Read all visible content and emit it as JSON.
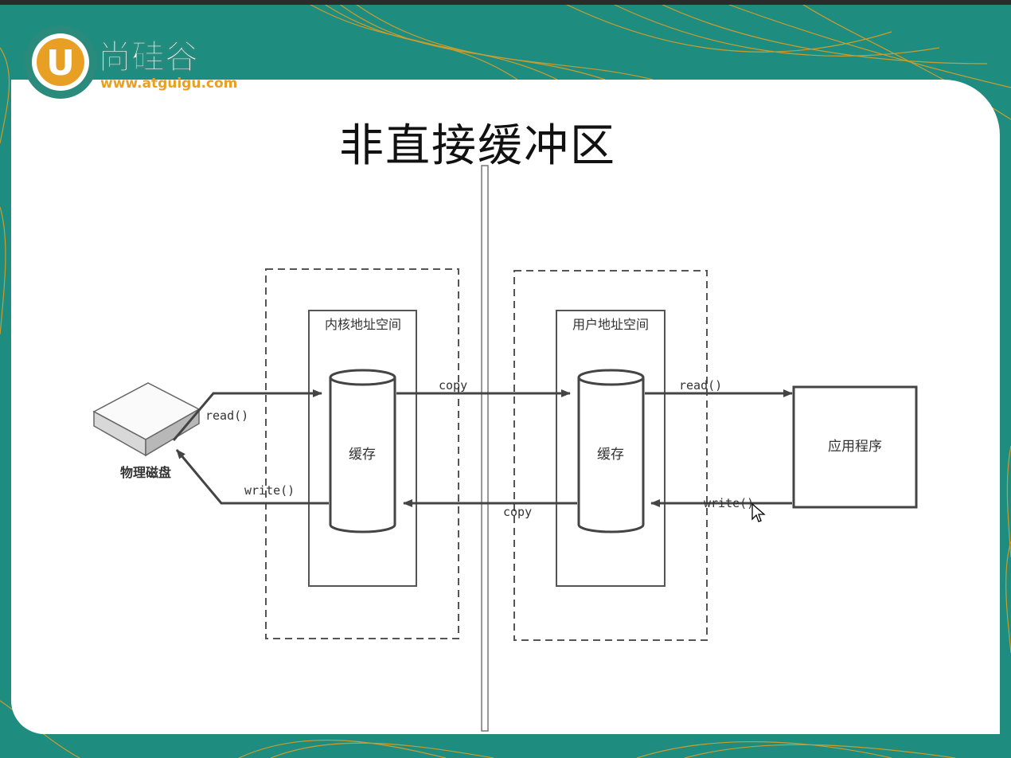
{
  "logo": {
    "name": "尚硅谷",
    "url": "www.atguigu.com",
    "letter": "U"
  },
  "slide": {
    "title": "非直接缓冲区"
  },
  "diagram": {
    "disk_label": "物理磁盘",
    "kernel_space_label": "内核地址空间",
    "user_space_label": "用户地址空间",
    "kernel_buffer_label": "缓存",
    "user_buffer_label": "缓存",
    "app_label": "应用程序",
    "edges": {
      "disk_read": "read()",
      "disk_write": "write()",
      "copy_to_user": "copy",
      "copy_to_kernel": "copy",
      "app_read": "read()",
      "app_write": "write()"
    }
  },
  "colors": {
    "teal": "#1f8c80",
    "gold": "#e6a020",
    "logo_teal": "#2a8a7c",
    "stroke": "#444444"
  }
}
